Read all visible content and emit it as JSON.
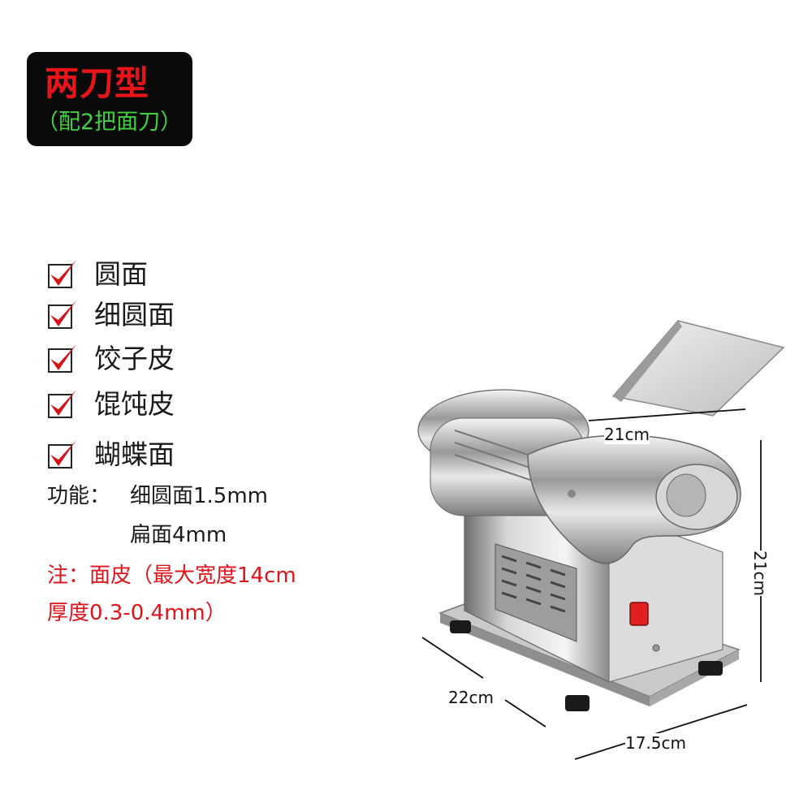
{
  "badge": {
    "title": "两刀型",
    "subtitle": "（配2把面刀）"
  },
  "features": [
    {
      "label": "圆面"
    },
    {
      "label": "细圆面"
    },
    {
      "label": "饺子皮"
    },
    {
      "label": "馄饨皮"
    },
    {
      "label": "蝴蝶面"
    }
  ],
  "function": {
    "label": "功能：",
    "line1": "细圆面1.5mm",
    "line2": "扁面4mm"
  },
  "note": {
    "line1": "注：面皮（最大宽度14cm",
    "line2": "厚度0.3-0.4mm）"
  },
  "dimensions": {
    "top_width": "21cm",
    "height": "21cm",
    "depth": "22cm",
    "width": "17.5cm"
  },
  "colors": {
    "badge_bg": "#0a0a0a",
    "title_red": "#e8141a",
    "subtitle_green": "#3fd13f",
    "note_red": "#e0141a",
    "check_red": "#d4141a",
    "switch_red": "#e02020"
  }
}
